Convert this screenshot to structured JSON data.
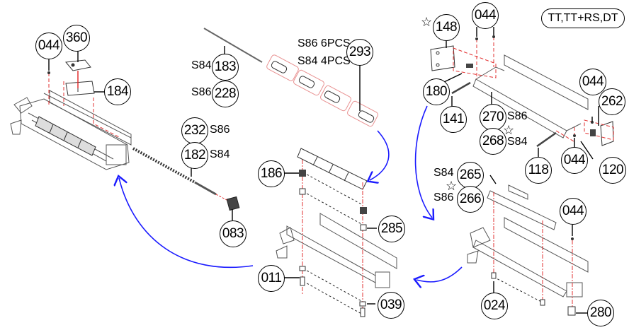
{
  "variant_label": "TT,TT+RS,DT",
  "colors": {
    "flow_arrow": "#1a1aff",
    "guide_line": "#e23030",
    "outline": "#000000"
  },
  "callouts": {
    "c044a": "044",
    "c360": "360",
    "c184": "184",
    "c183": "183",
    "c228": "228",
    "c293": "293",
    "c232": "232",
    "c182": "182",
    "c083": "083",
    "c148": "148",
    "c044b": "044",
    "c180": "180",
    "c141": "141",
    "c270": "270",
    "c268": "268",
    "c262": "262",
    "c044c": "044",
    "c118": "118",
    "c044d": "044",
    "c120": "120",
    "c186": "186",
    "c285": "285",
    "c011": "011",
    "c039": "039",
    "c265": "265",
    "c266": "266",
    "c044e": "044",
    "c024": "024",
    "c280": "280"
  },
  "labels": {
    "s84_183": "S84",
    "s86_228": "S86",
    "s86_6pcs": "S86 6PCS",
    "s84_4pcs": "S84 4PCS",
    "s86_232": "S86",
    "s84_182": "S84",
    "s86_270": "S86",
    "s84_268": "S84",
    "s84_265": "S84",
    "s86_266": "S86"
  },
  "stars": {
    "star_148": "☆",
    "star_270": "☆",
    "star_265": "☆"
  }
}
